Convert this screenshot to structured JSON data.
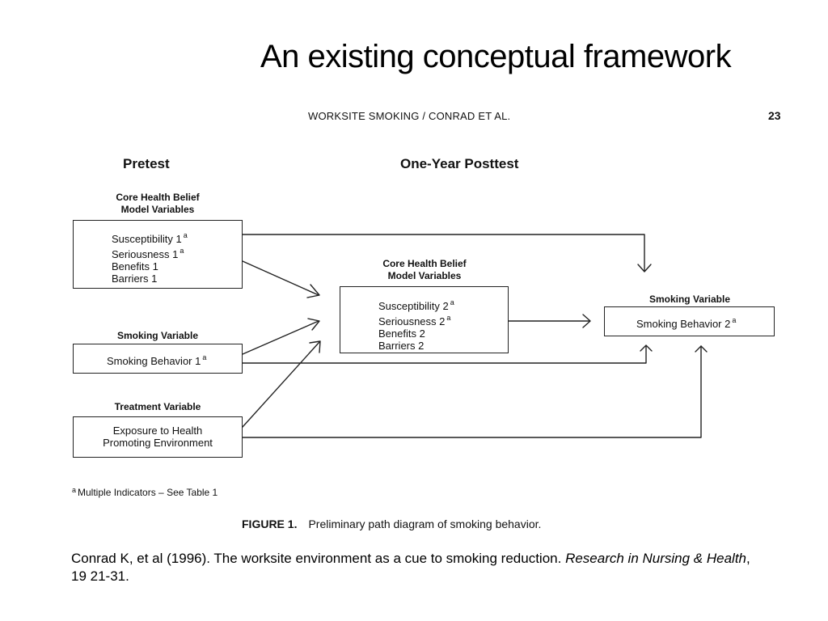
{
  "slide": {
    "title": "An existing conceptual framework"
  },
  "figure": {
    "running_head": "WORKSITE SMOKING  /  CONRAD ET AL.",
    "page_number": "23",
    "columns": {
      "pretest": "Pretest",
      "posttest": "One-Year Posttest"
    },
    "nodes": {
      "hbm_pre": {
        "label_line1": "Core Health Belief",
        "label_line2": "Model Variables",
        "items": [
          {
            "text": "Susceptibility 1",
            "sup": "a"
          },
          {
            "text": "Seriousness 1",
            "sup": "a"
          },
          {
            "text": "Benefits 1",
            "sup": ""
          },
          {
            "text": "Barriers 1",
            "sup": ""
          }
        ]
      },
      "smoking_pre": {
        "label": "Smoking Variable",
        "items": [
          {
            "text": "Smoking Behavior 1",
            "sup": "a"
          }
        ]
      },
      "treatment": {
        "label": "Treatment Variable",
        "items": [
          {
            "text": "Exposure to Health",
            "sup": ""
          },
          {
            "text": "Promoting Environment",
            "sup": ""
          }
        ]
      },
      "hbm_post": {
        "label_line1": "Core Health Belief",
        "label_line2": "Model Variables",
        "items": [
          {
            "text": "Susceptibility 2",
            "sup": "a"
          },
          {
            "text": "Seriousness 2",
            "sup": "a"
          },
          {
            "text": "Benefits 2",
            "sup": ""
          },
          {
            "text": "Barriers 2",
            "sup": ""
          }
        ]
      },
      "smoking_post": {
        "label": "Smoking Variable",
        "items": [
          {
            "text": "Smoking Behavior 2",
            "sup": "a"
          }
        ]
      }
    },
    "edges": [
      {
        "from": "hbm_pre",
        "to": "hbm_post"
      },
      {
        "from": "hbm_pre",
        "to": "smoking_post"
      },
      {
        "from": "smoking_pre",
        "to": "hbm_post"
      },
      {
        "from": "smoking_pre",
        "to": "smoking_post"
      },
      {
        "from": "treatment",
        "to": "hbm_post"
      },
      {
        "from": "treatment",
        "to": "smoking_post"
      },
      {
        "from": "hbm_post",
        "to": "smoking_post"
      }
    ],
    "footnote": {
      "marker": "a",
      "text": "Multiple Indicators – See Table 1"
    },
    "caption": {
      "label": "FIGURE 1.",
      "text": "Preliminary path diagram of smoking behavior."
    }
  },
  "citation": {
    "plain": "Conrad K, et al (1996). The worksite environment as a cue to smoking reduction. ",
    "journal": "Research in Nursing & Health",
    "details": ", 19 21-31."
  },
  "colors": {
    "line": "#222222",
    "text": "#111111",
    "background": "#ffffff"
  }
}
